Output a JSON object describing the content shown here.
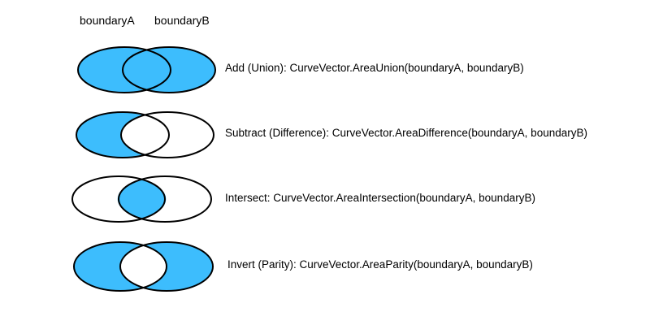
{
  "columns": {
    "a": "boundaryA",
    "b": "boundaryB"
  },
  "operations": [
    {
      "id": "union",
      "caption": "Add (Union): CurveVector.AreaUnion(boundaryA, boundaryB)"
    },
    {
      "id": "difference",
      "caption": "Subtract (Difference): CurveVector.AreaDifference(boundaryA, boundaryB)"
    },
    {
      "id": "intersection",
      "caption": "Intersect: CurveVector.AreaIntersection(boundaryA, boundaryB)"
    },
    {
      "id": "parity",
      "caption": "Invert (Parity): CurveVector.AreaParity(boundaryA, boundaryB)"
    }
  ],
  "colors": {
    "fill": "#3dbdfd",
    "stroke": "#000000",
    "background": "#ffffff"
  }
}
